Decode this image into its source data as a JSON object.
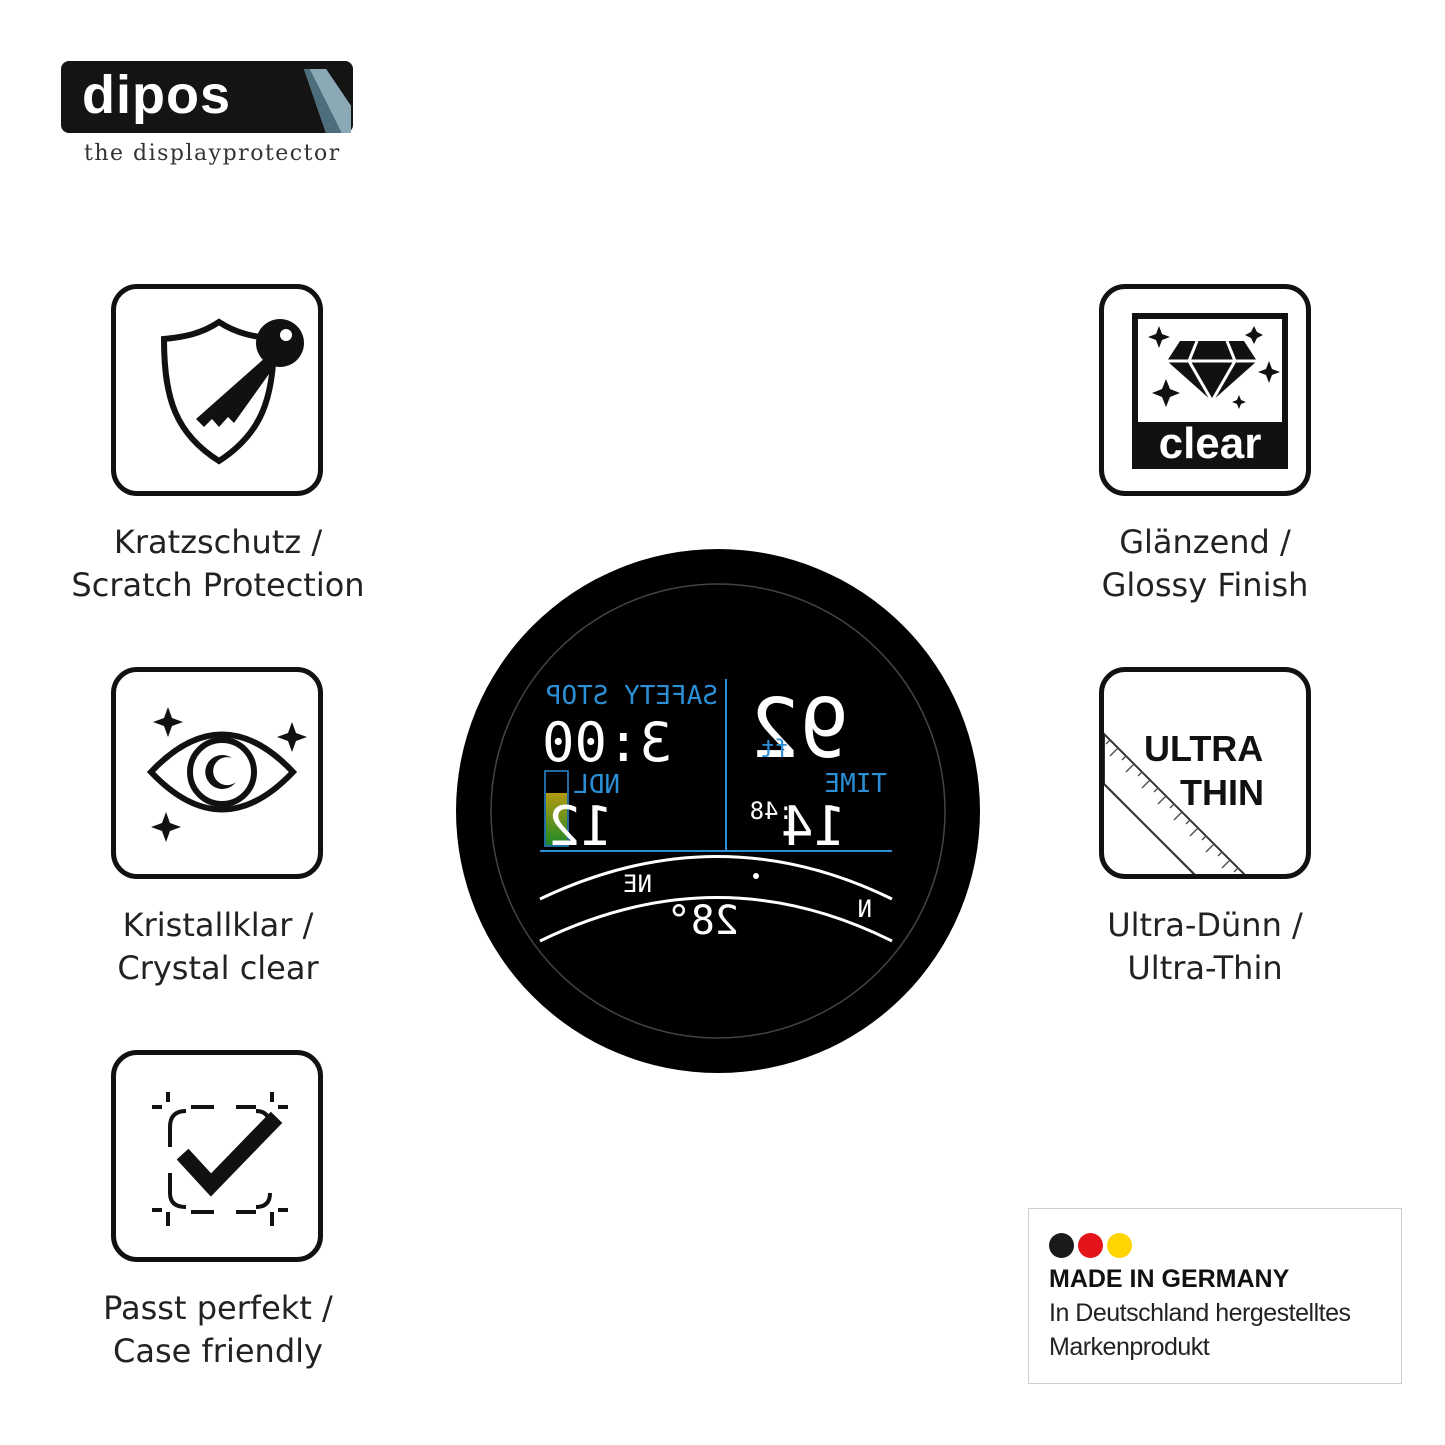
{
  "logo": {
    "brand": "dipos",
    "tagline": "the displayprotector"
  },
  "features": [
    {
      "icon": "shield-key-icon",
      "line1": "Kratzschutz /",
      "line2": "Scratch Protection"
    },
    {
      "icon": "eye-sparkle-icon",
      "line1": "Kristallklar /",
      "line2": "Crystal clear"
    },
    {
      "icon": "frame-check-icon",
      "line1": "Passt perfekt /",
      "line2": "Case friendly"
    },
    {
      "icon": "diamond-clear-icon",
      "badge": "clear",
      "line1": "Glänzend /",
      "line2": "Glossy Finish"
    },
    {
      "icon": "ruler-ultra-thin-icon",
      "badge1": "ULTRA",
      "badge2": "THIN",
      "line1": "Ultra-Dünn /",
      "line2": "Ultra-Thin"
    }
  ],
  "watch": {
    "safety_label": "SAFETY STOP",
    "safety_time": "3:00",
    "ndl_label": "NDL",
    "ndl_value": "12",
    "depth": "92",
    "depth_unit": "ft",
    "time_label": "TIME",
    "time_value": "14",
    "time_seconds": ":48",
    "compass_ne": "NE",
    "compass_n": "N",
    "temperature": "28°"
  },
  "made_in": {
    "title": "MADE IN GERMANY",
    "line1": "In Deutschland hergestelltes",
    "line2": "Markenprodukt",
    "colors": [
      "#1a1a1a",
      "#e5141b",
      "#ffd400"
    ]
  },
  "colors": {
    "accent_blue": "#2b8fd6",
    "dark": "#111111"
  }
}
